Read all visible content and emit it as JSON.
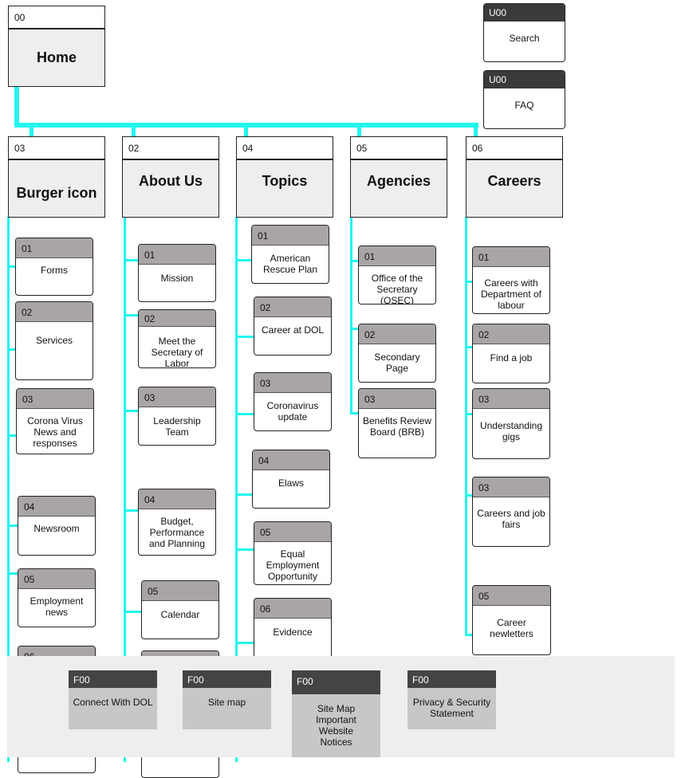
{
  "home": {
    "num": "00",
    "title": "Home"
  },
  "utility": [
    {
      "id": "U00",
      "label": "Search"
    },
    {
      "id": "U00",
      "label": "FAQ"
    }
  ],
  "sections": [
    {
      "num": "03",
      "title": "Burger icon",
      "items": [
        {
          "num": "01",
          "label": "Forms"
        },
        {
          "num": "02",
          "label": "Services"
        },
        {
          "num": "03",
          "label": "Corona Virus News and responses"
        },
        {
          "num": "04",
          "label": "Newsroom"
        },
        {
          "num": "05",
          "label": "Employment news"
        },
        {
          "num": "06",
          "label": ""
        }
      ]
    },
    {
      "num": "02",
      "title": "About Us",
      "items": [
        {
          "num": "01",
          "label": "Mission"
        },
        {
          "num": "02",
          "label": "Meet the Secretary of Labor"
        },
        {
          "num": "03",
          "label": "Leadership Team"
        },
        {
          "num": "04",
          "label": "Budget, Performance and Planning"
        },
        {
          "num": "05",
          "label": "Calendar"
        }
      ]
    },
    {
      "num": "04",
      "title": "Topics",
      "items": [
        {
          "num": "01",
          "label": "American Rescue Plan"
        },
        {
          "num": "02",
          "label": "Career at DOL"
        },
        {
          "num": "03",
          "label": "Coronavirus update"
        },
        {
          "num": "04",
          "label": "Elaws"
        },
        {
          "num": "05",
          "label": "Equal Employment Opportunity"
        },
        {
          "num": "06",
          "label": "Evidence"
        }
      ]
    },
    {
      "num": "05",
      "title": "Agencies",
      "items": [
        {
          "num": "01",
          "label": "Office of the Secretary (OSEC)"
        },
        {
          "num": "02",
          "label": "Secondary Page"
        },
        {
          "num": "03",
          "label": "Benefits Review Board (BRB)"
        }
      ]
    },
    {
      "num": "06",
      "title": "Careers",
      "items": [
        {
          "num": "01",
          "label": "Careers with Department of labour"
        },
        {
          "num": "02",
          "label": "Find a job"
        },
        {
          "num": "03",
          "label": "Understanding gigs"
        },
        {
          "num": "03",
          "label": "Careers and job fairs"
        },
        {
          "num": "05",
          "label": "Career newletters"
        }
      ]
    }
  ],
  "footer": [
    {
      "id": "F00",
      "label": "Connect With DOL"
    },
    {
      "id": "F00",
      "label": "Site map"
    },
    {
      "id": "F00",
      "label": "Site Map Important Website Notices"
    },
    {
      "id": "F00",
      "label": "Privacy & Security Statement"
    }
  ],
  "colors": {
    "connector": "#22f5ee",
    "card_header": "#aaa5a5",
    "utility_header": "#3a3a3a"
  }
}
